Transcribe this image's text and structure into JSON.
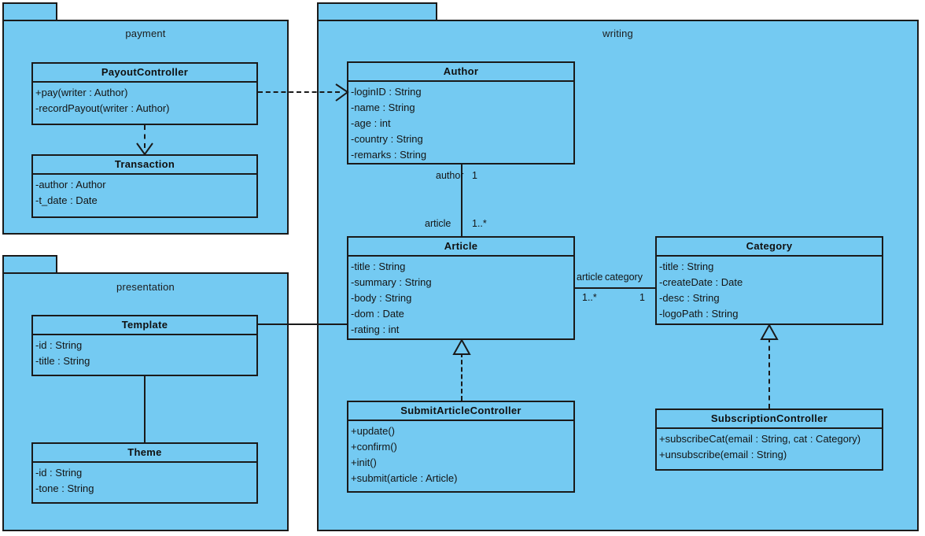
{
  "diagram": {
    "kind": "uml-class-diagram",
    "colors": {
      "fill": "#74caf2",
      "stroke": "#1a1a1a",
      "background": "#ffffff",
      "text": "#141414"
    }
  },
  "packages": [
    {
      "id": "payment",
      "label": "payment"
    },
    {
      "id": "presentation",
      "label": "presentation"
    },
    {
      "id": "writing",
      "label": "writing"
    }
  ],
  "classes": {
    "payout_controller": {
      "name": "PayoutController",
      "members": [
        "+pay(writer : Author)",
        "-recordPayout(writer : Author)"
      ]
    },
    "transaction": {
      "name": "Transaction",
      "members": [
        "-author : Author",
        "-t_date : Date"
      ]
    },
    "template": {
      "name": "Template",
      "members": [
        "-id : String",
        "-title : String"
      ]
    },
    "theme": {
      "name": "Theme",
      "members": [
        "-id : String",
        "-tone : String"
      ]
    },
    "author": {
      "name": "Author",
      "members": [
        "-loginID : String",
        "-name : String",
        "-age : int",
        "-country : String",
        "-remarks : String"
      ]
    },
    "article": {
      "name": "Article",
      "members": [
        "-title : String",
        "-summary : String",
        "-body : String",
        "-dom : Date",
        "-rating : int"
      ]
    },
    "category": {
      "name": "Category",
      "members": [
        "-title : String",
        "-createDate : Date",
        "-desc : String",
        "-logoPath : String"
      ]
    },
    "submit_article_controller": {
      "name": "SubmitArticleController",
      "members": [
        "+update()",
        "+confirm()",
        "+init()",
        "+submit(article : Article)"
      ]
    },
    "subscription_controller": {
      "name": "SubscriptionController",
      "members": [
        "+subscribeCat(email : String, cat : Category)",
        "+unsubscribe(email : String)"
      ]
    }
  },
  "edge_labels": {
    "author_role": "author",
    "author_mult": "1",
    "article_role": "article",
    "article_mult": "1..*",
    "article_role2": "article",
    "category_role": "category",
    "article_mult2": "1..*",
    "category_mult": "1"
  }
}
